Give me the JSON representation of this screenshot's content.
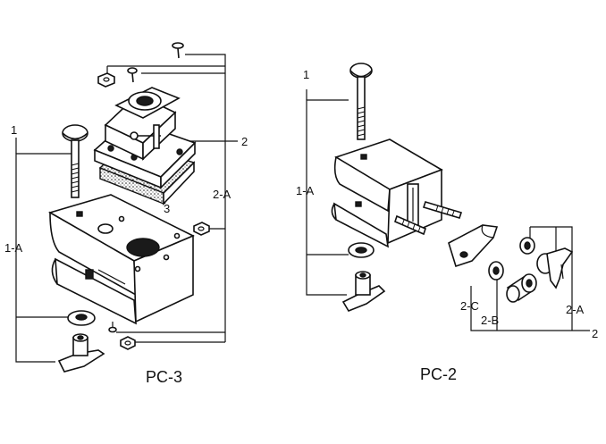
{
  "diagrams": [
    {
      "title": "PC-3",
      "callouts": {
        "c1": "1",
        "c1a": "1-A",
        "c2": "2",
        "c2a": "2-A",
        "c3": "3"
      }
    },
    {
      "title": "PC-2",
      "callouts": {
        "c1": "1",
        "c1a": "1-A",
        "c2": "2",
        "c2a": "2-A",
        "c2b": "2-B",
        "c2c": "2-C"
      }
    }
  ]
}
